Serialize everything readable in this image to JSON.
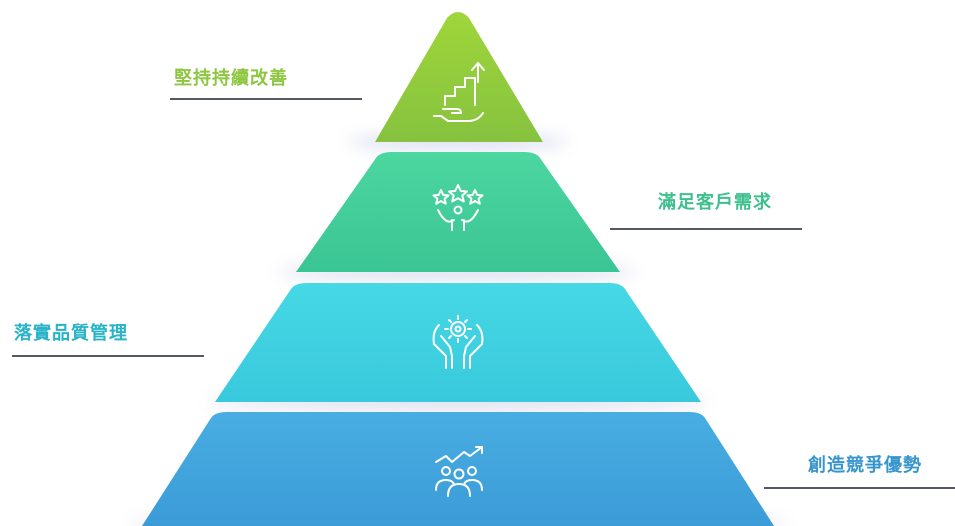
{
  "pyramid": {
    "tiers": [
      {
        "label": "堅持持續改善",
        "icon": "hand-growth-icon",
        "color": "#8dc63f",
        "label_color": "#8dc63f"
      },
      {
        "label": "滿足客戶需求",
        "icon": "stars-person-icon",
        "color": "#43cf9c",
        "label_color": "#3dbf8e"
      },
      {
        "label": "落實品質管理",
        "icon": "gear-hands-icon",
        "color": "#3fd0e1",
        "label_color": "#27b3c8"
      },
      {
        "label": "創造競爭優勢",
        "icon": "team-growth-icon",
        "color": "#40a3dc",
        "label_color": "#3795cd"
      }
    ]
  }
}
